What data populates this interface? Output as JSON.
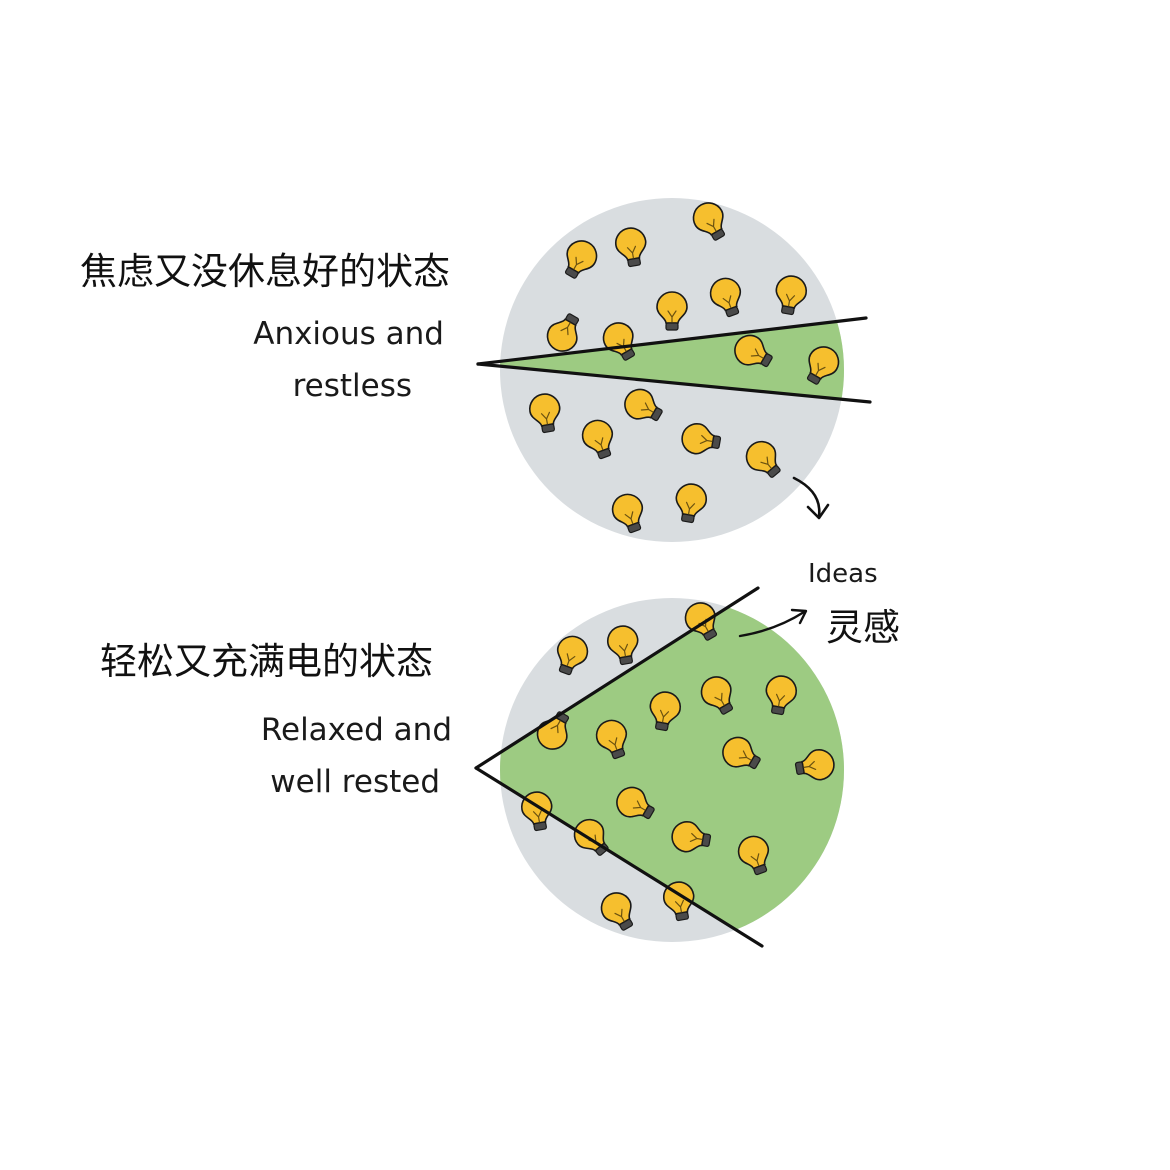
{
  "colors": {
    "circle_fill": "#d9dde0",
    "wedge_fill": "#9dcb82",
    "bulb_fill": "#f6bf2e",
    "bulb_outline": "#1a1a1a",
    "bulb_base": "#4a4a4a",
    "line": "#111111"
  },
  "top": {
    "label_cn": "焦虑又没休息好的状态",
    "label_en_line1": "Anxious and",
    "label_en_line2": "restless"
  },
  "bottom": {
    "label_cn": "轻松又充满电的状态",
    "label_en_line1": "Relaxed and",
    "label_en_line2": "well rested"
  },
  "annotation": {
    "label_en": "Ideas",
    "label_cn": "灵感"
  },
  "icons": {
    "bulb": "lightbulb-icon",
    "arrow": "curved-arrow-icon"
  }
}
